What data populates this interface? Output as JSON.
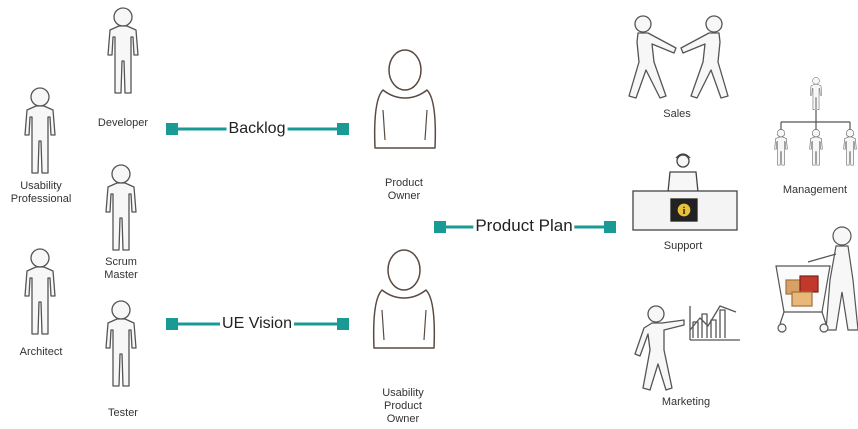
{
  "people": {
    "usability_professional": "Usability\nProfessional",
    "architect": "Architect",
    "developer": "Developer",
    "scrum_master": "Scrum\nMaster",
    "tester": "Tester",
    "product_owner": "Product\nOwner",
    "usability_product_owner": "Usability\nProduct\nOwner",
    "sales": "Sales",
    "management": "Management",
    "support": "Support",
    "marketing": "Marketing"
  },
  "connectors": {
    "backlog": "Backlog",
    "ue_vision": "UE Vision",
    "product_plan": "Product Plan"
  },
  "icons": {
    "support_badge": "i"
  },
  "colors": {
    "connector": "#1a9a94",
    "figure_stroke": "#555555",
    "figure_fill": "#f7f7f7"
  }
}
